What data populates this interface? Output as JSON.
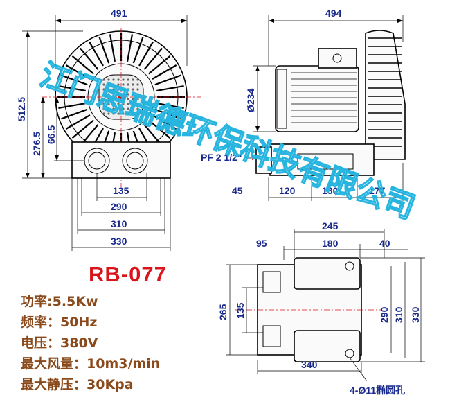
{
  "model": "RB-077",
  "specs": {
    "power": "功率:5.5Kw",
    "frequency": "频率：50Hz",
    "voltage": "电压：380V",
    "max_airflow": "最大风量：10m3/min",
    "max_pressure": "最大静压：30Kpa"
  },
  "front_view": {
    "width": "491",
    "height_total": "512.5",
    "height_center": "276.5",
    "outlet_offset": "66.5",
    "base_inner": "135",
    "base_290": "290",
    "base_310": "310",
    "base_330": "330"
  },
  "side_view": {
    "length": "494",
    "motor_dia": "Ø234",
    "port": "PF 2 1/2\"",
    "seg_45": "45",
    "seg_120": "120",
    "seg_180": "180",
    "seg_177": "177"
  },
  "bottom_view": {
    "d245": "245",
    "d95": "95",
    "d180": "180",
    "d40": "40",
    "d265": "265",
    "d135": "135",
    "d290": "290",
    "d310": "310",
    "d330": "330",
    "d340": "340",
    "hole_note": "4-Ø11椭圆孔"
  },
  "watermark": "江门思瑞德环保科技有限公司",
  "colors": {
    "dimension": "#1a2a8c",
    "model": "#d9141b",
    "spec_text": "#8a4a1c",
    "watermark": "#27b5e0"
  }
}
